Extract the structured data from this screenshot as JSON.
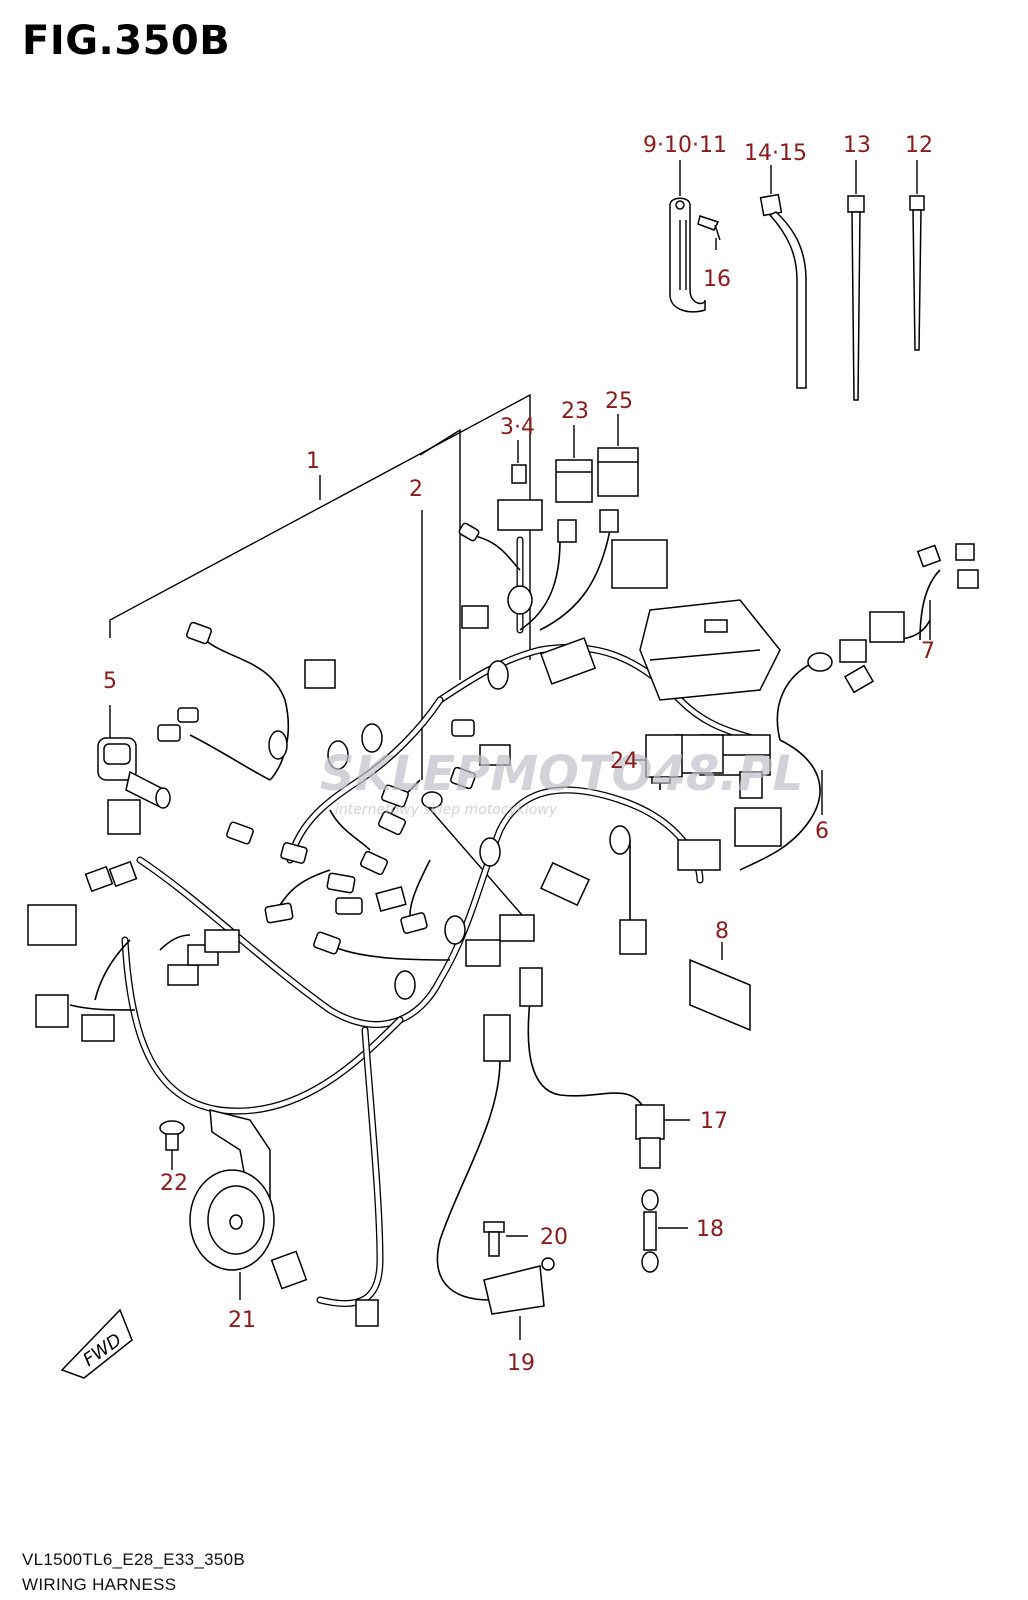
{
  "figure": {
    "title": "FIG.350B",
    "footer_code": "VL1500TL6_E28_E33_350B",
    "footer_name": "WIRING HARNESS"
  },
  "callouts": [
    {
      "id": "c-9-10-11",
      "text": "9·10·11"
    },
    {
      "id": "c-14-15",
      "text": "14·15"
    },
    {
      "id": "c-13",
      "text": "13"
    },
    {
      "id": "c-12",
      "text": "12"
    },
    {
      "id": "c-16",
      "text": "16"
    },
    {
      "id": "c-3-4",
      "text": "3·4"
    },
    {
      "id": "c-23",
      "text": "23"
    },
    {
      "id": "c-25",
      "text": "25"
    },
    {
      "id": "c-1",
      "text": "1"
    },
    {
      "id": "c-2",
      "text": "2"
    },
    {
      "id": "c-5",
      "text": "5"
    },
    {
      "id": "c-7",
      "text": "7"
    },
    {
      "id": "c-24",
      "text": "24"
    },
    {
      "id": "c-6",
      "text": "6"
    },
    {
      "id": "c-8",
      "text": "8"
    },
    {
      "id": "c-17",
      "text": "17"
    },
    {
      "id": "c-18",
      "text": "18"
    },
    {
      "id": "c-20",
      "text": "20"
    },
    {
      "id": "c-22",
      "text": "22"
    },
    {
      "id": "c-21",
      "text": "21"
    },
    {
      "id": "c-19",
      "text": "19"
    }
  ],
  "fwd_label": "FWD",
  "watermark": {
    "brand": "SKLEPMOTO48.PL",
    "tagline": "internetowy sklep motocyklowy",
    "color": "#c0c0c8",
    "accent": "#e08080"
  },
  "colors": {
    "callout": "#8b1a1a",
    "lines": "#000000",
    "background": "#ffffff"
  }
}
